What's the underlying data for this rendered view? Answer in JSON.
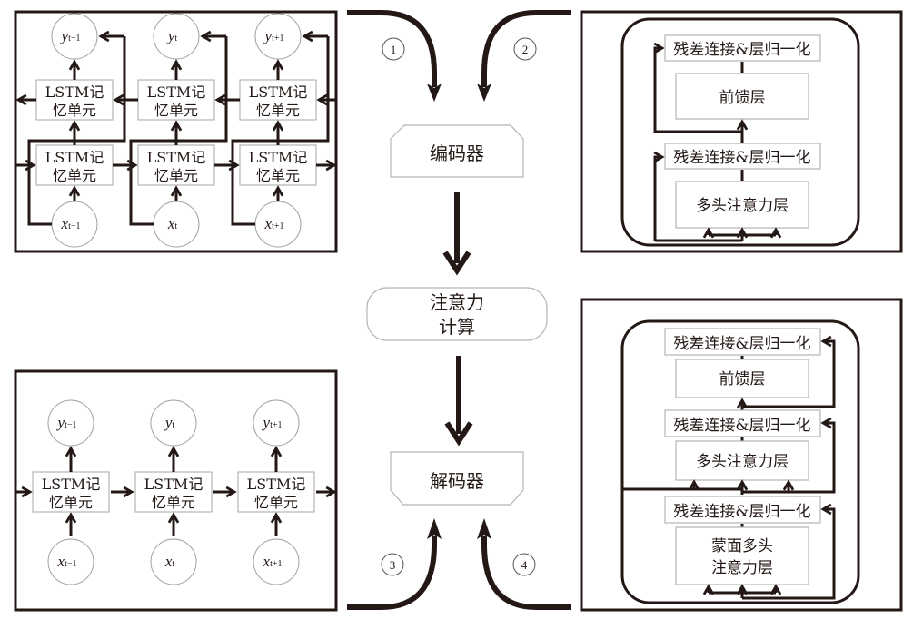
{
  "title": "LSTM 与 Transformer 编码器-解码器结构示意图",
  "colors": {
    "ink": "#231815",
    "box_border": "#b5b5b5",
    "circle_border": "#9e9e9e",
    "background": "#ffffff"
  },
  "center": {
    "encoder_label": "编码器",
    "attention_label_line1": "注意力",
    "attention_label_line2": "计算",
    "decoder_label": "解码器",
    "flow_markers": [
      "1",
      "2",
      "3",
      "4"
    ]
  },
  "lstm_encoder": {
    "cell_label_line1": "LSTM记",
    "cell_label_line2": "忆单元",
    "inputs": [
      {
        "base": "x",
        "sub": "t−1"
      },
      {
        "base": "x",
        "sub": "t"
      },
      {
        "base": "x",
        "sub": "t+1"
      }
    ],
    "outputs": [
      {
        "base": "y",
        "sub": "t−1"
      },
      {
        "base": "y",
        "sub": "t"
      },
      {
        "base": "y",
        "sub": "t+1"
      }
    ],
    "layers": 2,
    "bidirectional": true
  },
  "lstm_decoder": {
    "cell_label_line1": "LSTM记",
    "cell_label_line2": "忆单元",
    "inputs": [
      {
        "base": "x",
        "sub": "t−1"
      },
      {
        "base": "x",
        "sub": "t"
      },
      {
        "base": "x",
        "sub": "t+1"
      }
    ],
    "outputs": [
      {
        "base": "y",
        "sub": "t−1"
      },
      {
        "base": "y",
        "sub": "t"
      },
      {
        "base": "y",
        "sub": "t+1"
      }
    ]
  },
  "transformer_encoder": {
    "blocks_top_to_bottom": [
      "残差连接&层归一化",
      "前馈层",
      "残差连接&层归一化",
      "多头注意力层"
    ]
  },
  "transformer_decoder": {
    "add_norm": "残差连接&层归一化",
    "feed_forward": "前馈层",
    "multi_head_attention": "多头注意力层",
    "masked_attention_line1": "蒙面多头",
    "masked_attention_line2": "注意力层"
  }
}
